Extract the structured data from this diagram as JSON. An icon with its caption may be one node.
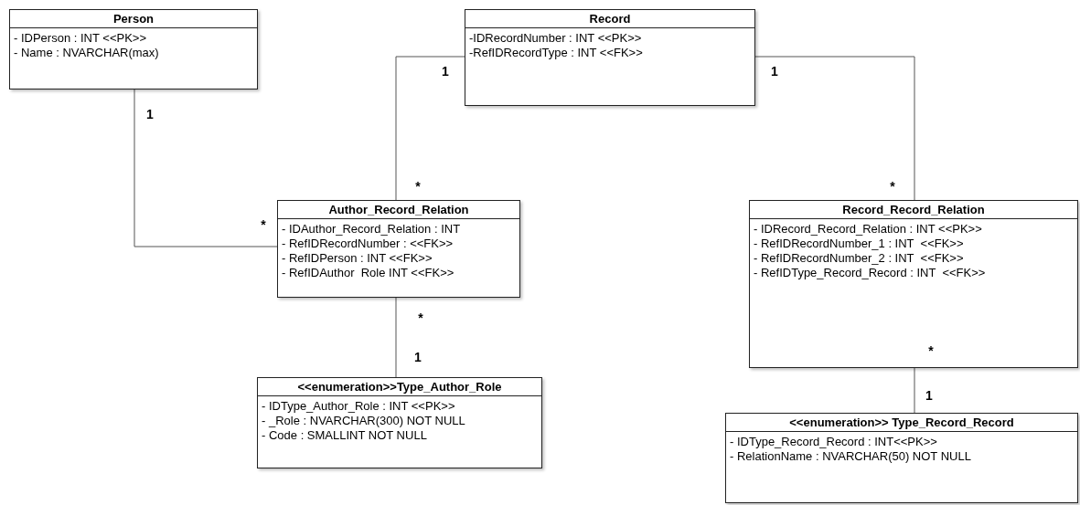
{
  "diagram": {
    "nodes": [
      {
        "text": [
          "Person",
          "- IDPerson : INT <<PK>>",
          "- Name : NVARCHAR(max)"
        ]
      },
      {
        "text": [
          "Record",
          "-IDRecordNumber : INT <<PK>>",
          "-RefIDRecordType : INT <<FK>>"
        ]
      },
      {
        "text": [
          "Author_Record_Relation",
          "- IDAuthor_Record_Relation : INT",
          "- RefIDRecordNumber : <<FK>>",
          "- RefIDPerson : INT <<FK>>",
          "- RefIDAuthor  Role INT <<FK>>"
        ]
      },
      {
        "text": [
          "Record_Record_Relation",
          "- IDRecord_Record_Relation : INT <<PK>>",
          "- RefIDRecordNumber_1 : INT  <<FK>>",
          "- RefIDRecordNumber_2 : INT  <<FK>>",
          "- RefIDType_Record_Record : INT  <<FK>>"
        ]
      },
      {
        "text": [
          "<<enumeration>>Type_Author_Role",
          "- IDType_Author_Role : INT <<PK>>",
          "- _Role : NVARCHAR(300) NOT NULL",
          "- Code : SMALLINT NOT NULL"
        ]
      },
      {
        "text": [
          "<<enumeration>> Type_Record_Record",
          "- IDType_Record_Record : INT<<PK>>",
          "- RelationName : NVARCHAR(50) NOT NULL"
        ]
      }
    ],
    "edges": [
      {
        "from": 0,
        "to": 2,
        "arrow": "none"
      },
      {
        "from": 1,
        "to": 2,
        "arrow": "none"
      },
      {
        "from": 1,
        "to": 3,
        "arrow": "none"
      },
      {
        "from": 2,
        "to": 4,
        "arrow": "none"
      },
      {
        "from": 3,
        "to": 5,
        "arrow": "none"
      }
    ],
    "labels": [
      "1",
      "1",
      "1",
      "*",
      "*",
      "*",
      "*",
      "1",
      "*",
      "1"
    ]
  }
}
